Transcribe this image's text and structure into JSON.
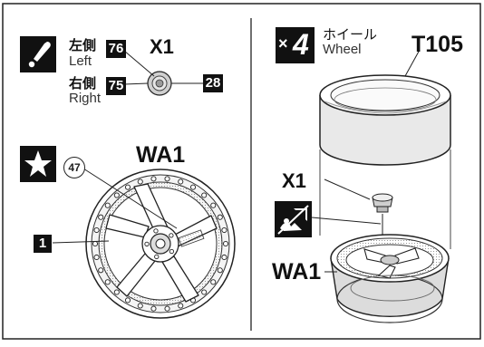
{
  "paint_step": {
    "left_jp": "左側",
    "left_en": "Left",
    "right_jp": "右側",
    "right_en": "Right",
    "left_color_no": "76",
    "right_color_no": "75",
    "center_color_no": "28",
    "qty": "X1"
  },
  "decal_step": {
    "decal_no": "47",
    "part_name": "WA1",
    "part_no": "1"
  },
  "assembly_step": {
    "multiplier_x": "×",
    "multiplier_n": "4",
    "title_jp": "ホイール",
    "title_en": "Wheel",
    "tire_name": "T105",
    "cap_qty": "X1",
    "wheel_name": "WA1"
  },
  "colors": {
    "ink": "#111111",
    "paper": "#ffffff",
    "gray": "#c8c8c8"
  },
  "icons": [
    "paint-brush-icon",
    "star-icon",
    "no-glue-icon"
  ]
}
